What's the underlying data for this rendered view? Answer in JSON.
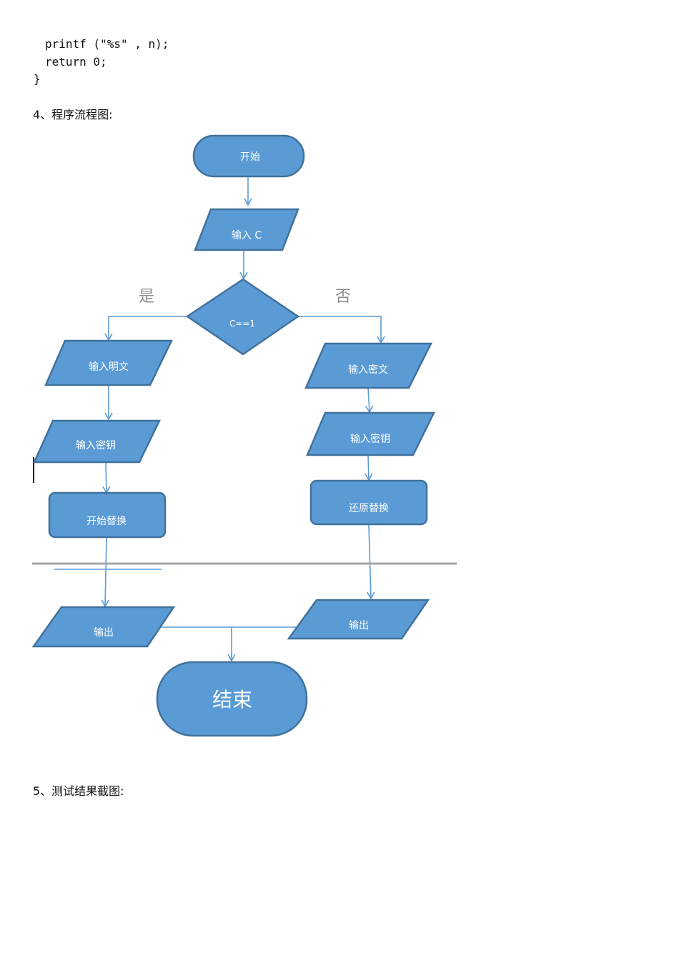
{
  "code": {
    "lines": [
      "printf (\"%s\" , n);",
      "return 0;",
      "}"
    ]
  },
  "section4": {
    "heading": "4、程序流程图:"
  },
  "section5": {
    "heading": "5、测试结果截图:"
  },
  "flowchart": {
    "colors": {
      "fill": "#5b9bd5",
      "stroke": "#41719c",
      "connector": "#5b9bd5",
      "divider": "#a6a6a6",
      "branch_label": "#8c8c8c"
    },
    "nodes": {
      "start": "开始",
      "input_c": "输入 C",
      "decision": "C==1",
      "input_plaintext": "输入明文",
      "input_key_left": "输入密钥",
      "begin_replace": "开始替换",
      "output_left": "输出",
      "input_ciphertext": "输入密文",
      "input_key_right": "输入密钥",
      "restore_replace": "还原替换",
      "output_right": "输出",
      "end": "结束"
    },
    "branch_labels": {
      "yes": "是",
      "no": "否"
    }
  }
}
